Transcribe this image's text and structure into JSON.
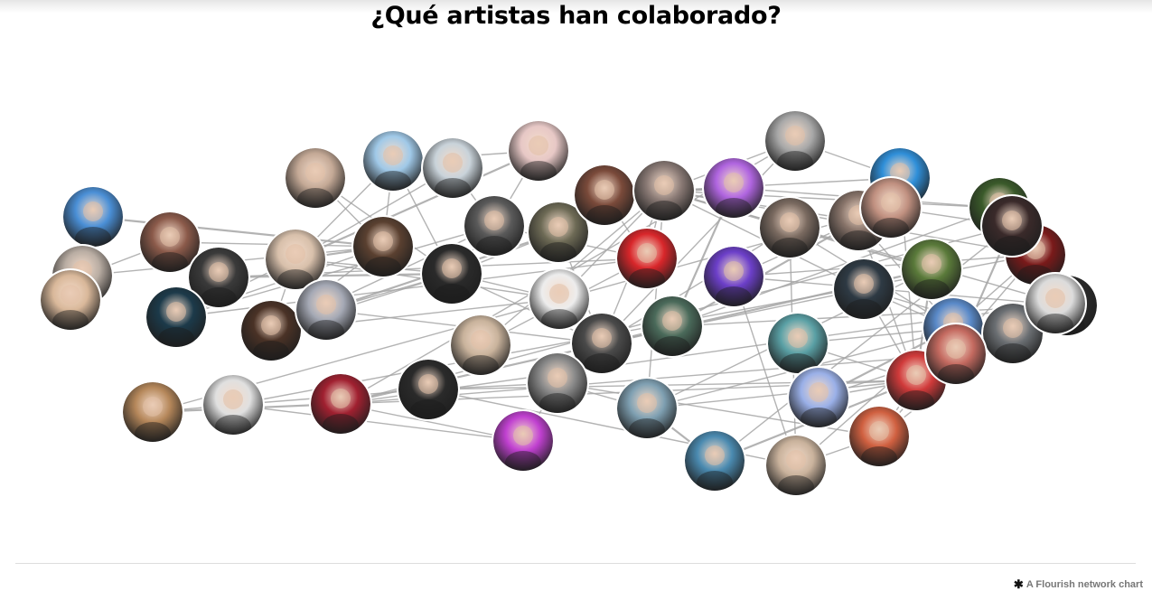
{
  "title": "¿Qué artistas han colaborado?",
  "credit": {
    "label": "A Flourish network chart",
    "icon": "flourish-asterisk-icon"
  },
  "colors": {
    "link": "#a6a6a6",
    "node_ring": "#ffffff"
  },
  "chart_data": {
    "type": "network",
    "title": "¿Qué artistas han colaborado?",
    "node_labels_visible": false,
    "nodes": [
      {
        "id": "n1",
        "tone": "#4a8fd6"
      },
      {
        "id": "n2",
        "tone": "#b9ada3"
      },
      {
        "id": "n3",
        "tone": "#d9b89a"
      },
      {
        "id": "n4",
        "tone": "#8b5a4a"
      },
      {
        "id": "n5",
        "tone": "#c4a996"
      },
      {
        "id": "n6",
        "tone": "#a0c9e8"
      },
      {
        "id": "n7",
        "tone": "#c9d3da"
      },
      {
        "id": "n8",
        "tone": "#e7c8c6"
      },
      {
        "id": "n9",
        "tone": "#5a4030"
      },
      {
        "id": "n10",
        "tone": "#d8c0ab"
      },
      {
        "id": "n11",
        "tone": "#3a3a3a"
      },
      {
        "id": "n12",
        "tone": "#1c3a4a"
      },
      {
        "id": "n13",
        "tone": "#4a3226"
      },
      {
        "id": "n14",
        "tone": "#a5a9b5"
      },
      {
        "id": "n15",
        "tone": "#5a5a5a"
      },
      {
        "id": "n16",
        "tone": "#2a2a2a"
      },
      {
        "id": "n17",
        "tone": "#6d6a55"
      },
      {
        "id": "n18",
        "tone": "#c9b39c"
      },
      {
        "id": "n19",
        "tone": "#ededed"
      },
      {
        "id": "n20",
        "tone": "#7a4a3a"
      },
      {
        "id": "n21",
        "tone": "#8a7a75"
      },
      {
        "id": "n22",
        "tone": "#b065e0"
      },
      {
        "id": "n23",
        "tone": "#d8262a"
      },
      {
        "id": "n24",
        "tone": "#4a4a4a"
      },
      {
        "id": "n25",
        "tone": "#4a6a5a"
      },
      {
        "id": "n26",
        "tone": "#6c3fc9"
      },
      {
        "id": "n27",
        "tone": "#7a6a60"
      },
      {
        "id": "n28",
        "tone": "#a8a8a8"
      },
      {
        "id": "n29",
        "tone": "#2f8fd9"
      },
      {
        "id": "n30",
        "tone": "#88746a"
      },
      {
        "id": "n31",
        "tone": "#2e3a44"
      },
      {
        "id": "n32",
        "tone": "#5a7a3a"
      },
      {
        "id": "n33",
        "tone": "#3a5a2a"
      },
      {
        "id": "n34",
        "tone": "#7a1a1a"
      },
      {
        "id": "n35",
        "tone": "#2a2a2a"
      },
      {
        "id": "n36",
        "tone": "#5a8ac9"
      },
      {
        "id": "n37",
        "tone": "#6b6f73"
      },
      {
        "id": "n38",
        "tone": "#5aa0a5"
      },
      {
        "id": "n39",
        "tone": "#9ab0e8"
      },
      {
        "id": "n40",
        "tone": "#d03a3a"
      },
      {
        "id": "n41",
        "tone": "#d06040"
      },
      {
        "id": "n42",
        "tone": "#c9b29c"
      },
      {
        "id": "n43",
        "tone": "#4a8ab0"
      },
      {
        "id": "n44",
        "tone": "#7fa0b2"
      },
      {
        "id": "n45",
        "tone": "#8a8a8a"
      },
      {
        "id": "n46",
        "tone": "#c040d0"
      },
      {
        "id": "n47",
        "tone": "#2a2a2a"
      },
      {
        "id": "n48",
        "tone": "#a02030"
      },
      {
        "id": "n49",
        "tone": "#e0e0e0"
      },
      {
        "id": "n50",
        "tone": "#b5875a"
      },
      {
        "id": "n51",
        "tone": "#dcdcdc"
      },
      {
        "id": "n52",
        "tone": "#c46a60"
      },
      {
        "id": "n53",
        "tone": "#3a2a2a"
      },
      {
        "id": "n54",
        "tone": "#c09080"
      }
    ],
    "links": [
      [
        "n1",
        "n9"
      ],
      [
        "n1",
        "n3"
      ],
      [
        "n2",
        "n9"
      ],
      [
        "n9",
        "n5"
      ],
      [
        "n9",
        "n6"
      ],
      [
        "n9",
        "n13"
      ],
      [
        "n9",
        "n12"
      ],
      [
        "n10",
        "n9"
      ],
      [
        "n10",
        "n6"
      ],
      [
        "n10",
        "n12"
      ],
      [
        "n10",
        "n13"
      ],
      [
        "n10",
        "n16"
      ],
      [
        "n10",
        "n19"
      ],
      [
        "n10",
        "n7"
      ],
      [
        "n8",
        "n10"
      ],
      [
        "n8",
        "n6"
      ],
      [
        "n8",
        "n15"
      ],
      [
        "n7",
        "n6"
      ],
      [
        "n7",
        "n15"
      ],
      [
        "n6",
        "n16"
      ],
      [
        "n5",
        "n16"
      ],
      [
        "n11",
        "n16"
      ],
      [
        "n11",
        "n23"
      ],
      [
        "n16",
        "n15"
      ],
      [
        "n16",
        "n13"
      ],
      [
        "n16",
        "n21"
      ],
      [
        "n16",
        "n19"
      ],
      [
        "n16",
        "n24"
      ],
      [
        "n14",
        "n17"
      ],
      [
        "n14",
        "n24"
      ],
      [
        "n14",
        "n16"
      ],
      [
        "n15",
        "n12"
      ],
      [
        "n15",
        "n23"
      ],
      [
        "n15",
        "n13"
      ],
      [
        "n12",
        "n23"
      ],
      [
        "n17",
        "n21"
      ],
      [
        "n17",
        "n24"
      ],
      [
        "n18",
        "n21"
      ],
      [
        "n18",
        "n23"
      ],
      [
        "n19",
        "n13"
      ],
      [
        "n19",
        "n21"
      ],
      [
        "n20",
        "n21"
      ],
      [
        "n20",
        "n22"
      ],
      [
        "n20",
        "n23"
      ],
      [
        "n21",
        "n24"
      ],
      [
        "n21",
        "n22"
      ],
      [
        "n21",
        "n23"
      ],
      [
        "n21",
        "n28"
      ],
      [
        "n21",
        "n31"
      ],
      [
        "n21",
        "n32"
      ],
      [
        "n21",
        "n29"
      ],
      [
        "n21",
        "n30"
      ],
      [
        "n21",
        "n33"
      ],
      [
        "n21",
        "n34"
      ],
      [
        "n21",
        "n35"
      ],
      [
        "n21",
        "n44"
      ],
      [
        "n22",
        "n25"
      ],
      [
        "n22",
        "n33"
      ],
      [
        "n25",
        "n33"
      ],
      [
        "n24",
        "n25"
      ],
      [
        "n24",
        "n27"
      ],
      [
        "n24",
        "n31"
      ],
      [
        "n24",
        "n28"
      ],
      [
        "n25",
        "n30"
      ],
      [
        "n25",
        "n35"
      ],
      [
        "n26",
        "n30"
      ],
      [
        "n26",
        "n34"
      ],
      [
        "n26",
        "n35"
      ],
      [
        "n27",
        "n36"
      ],
      [
        "n28",
        "n29"
      ],
      [
        "n29",
        "n30"
      ],
      [
        "n29",
        "n40"
      ],
      [
        "n30",
        "n36"
      ],
      [
        "n30",
        "n40"
      ],
      [
        "n31",
        "n40"
      ],
      [
        "n31",
        "n36"
      ],
      [
        "n31",
        "n37"
      ],
      [
        "n32",
        "n40"
      ],
      [
        "n32",
        "n44"
      ],
      [
        "n34",
        "n41"
      ],
      [
        "n34",
        "n42"
      ],
      [
        "n33",
        "n35"
      ],
      [
        "n35",
        "n36"
      ],
      [
        "n36",
        "n38"
      ],
      [
        "n36",
        "n39"
      ],
      [
        "n37",
        "n39"
      ],
      [
        "n37",
        "n41"
      ],
      [
        "n38",
        "n39"
      ],
      [
        "n38",
        "n40"
      ],
      [
        "n39",
        "n40"
      ],
      [
        "n40",
        "n41"
      ],
      [
        "n40",
        "n43"
      ],
      [
        "n40",
        "n44"
      ],
      [
        "n40",
        "n47"
      ],
      [
        "n40",
        "n48"
      ],
      [
        "n41",
        "n42"
      ],
      [
        "n41",
        "n45"
      ],
      [
        "n42",
        "n47"
      ],
      [
        "n43",
        "n44"
      ],
      [
        "n44",
        "n45"
      ],
      [
        "n45",
        "n46"
      ],
      [
        "n45",
        "n47"
      ],
      [
        "n46",
        "n48"
      ],
      [
        "n46",
        "n49"
      ],
      [
        "n47",
        "n49"
      ],
      [
        "n48",
        "n50"
      ],
      [
        "n48",
        "n51"
      ],
      [
        "n48",
        "n52"
      ],
      [
        "n48",
        "n53"
      ],
      [
        "n49",
        "n50"
      ],
      [
        "n50",
        "n54"
      ],
      [
        "n51",
        "n52"
      ],
      [
        "n52",
        "n53"
      ],
      [
        "n53",
        "n54"
      ],
      [
        "n44",
        "n51"
      ],
      [
        "n43",
        "n53"
      ],
      [
        "n27",
        "n42"
      ],
      [
        "n26",
        "n42"
      ],
      [
        "n34",
        "n49"
      ],
      [
        "n32",
        "n48"
      ],
      [
        "n28",
        "n48"
      ],
      [
        "n4",
        "n9"
      ],
      [
        "n4",
        "n2"
      ]
    ]
  }
}
